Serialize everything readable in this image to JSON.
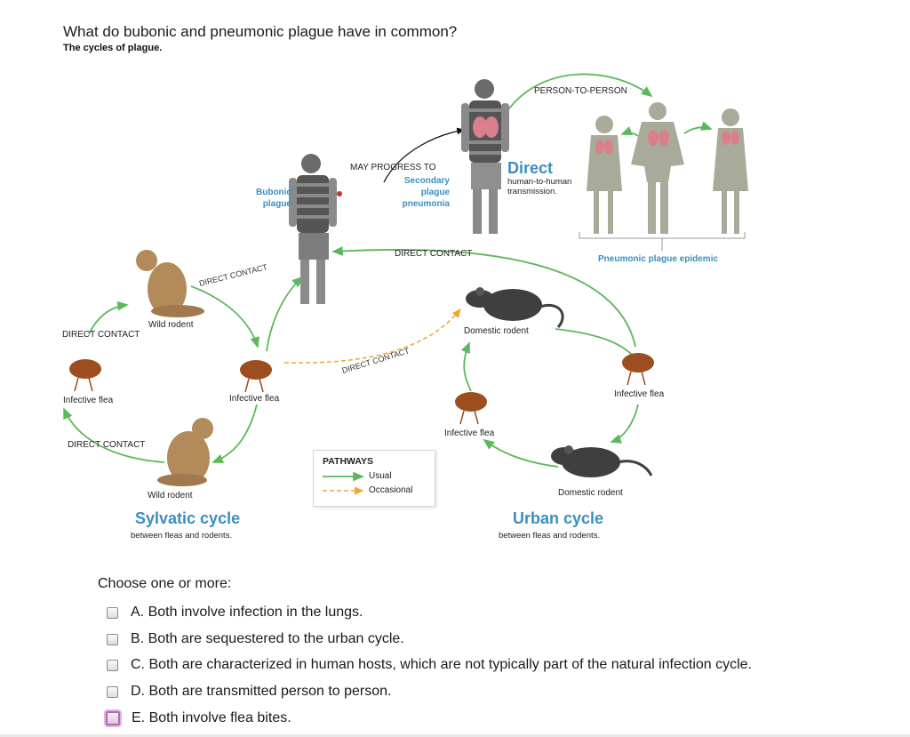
{
  "question": "What do bubonic and pneumonic plague have in common?",
  "figure": {
    "title": "The cycles of plague.",
    "labels": {
      "may_progress_to": "MAY PROGRESS TO",
      "secondary_plague_pneumonia": [
        "Secondary",
        "plague",
        "pneumonia"
      ],
      "bubonic_plague": [
        "Bubonic",
        "plague"
      ],
      "direct": "Direct",
      "direct_sub": [
        "human-to-human",
        "transmission."
      ],
      "person_to_person": "PERSON-TO-PERSON",
      "pneumonic_epidemic": "Pneumonic plague epidemic",
      "direct_contact": "DIRECT CONTACT",
      "wild_rodent": "Wild rodent",
      "infective_flea": "Infective flea",
      "domestic_rodent": "Domestic rodent",
      "sylvatic_cycle": "Sylvatic cycle",
      "urban_cycle": "Urban cycle",
      "between": "between fleas and rodents."
    },
    "legend": {
      "title": "PATHWAYS",
      "usual": "Usual",
      "occasional": "Occasional",
      "usual_color": "#5cb85c",
      "occasional_color": "#f0a830"
    }
  },
  "prompt": "Choose one or more:",
  "options": [
    {
      "text": "A. Both involve infection in the lungs.",
      "checked": false
    },
    {
      "text": "B. Both are sequestered to the urban cycle.",
      "checked": false
    },
    {
      "text": "C. Both are characterized in human hosts, which are not typically part of the natural infection cycle.",
      "checked": false
    },
    {
      "text": "D. Both are transmitted person to person.",
      "checked": false
    },
    {
      "text": "E. Both involve flea bites.",
      "checked": false,
      "focused": true
    }
  ]
}
